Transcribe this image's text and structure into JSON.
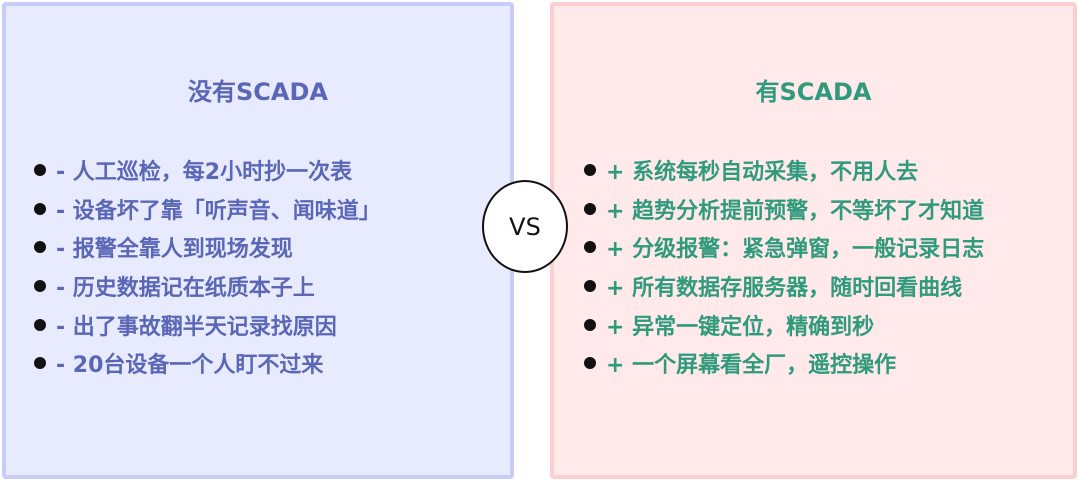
{
  "left_panel": {
    "title": "没有SCADA",
    "items": [
      "- 人工巡检，每2小时抄一次表",
      "- 设备坏了靠「听声音、闻味道」",
      "- 报警全靠人到现场发现",
      "- 历史数据记在纸质本子上",
      "- 出了事故翻半天记录找原因",
      "- 20台设备一个人盯不过来"
    ]
  },
  "right_panel": {
    "title": "有SCADA",
    "items": [
      "+ 系统每秒自动采集，不用人去",
      "+ 趋势分析提前预警，不等坏了才知道",
      "+ 分级报警：紧急弹窗，一般记录日志",
      "+ 所有数据存服务器，随时回看曲线",
      "+ 异常一键定位，精确到秒",
      "+ 一个屏幕看全厂，遥控操作"
    ]
  },
  "vs_label": "VS",
  "colors": {
    "left_background": "#e8ebfd",
    "left_border": "#c6cdf7",
    "left_text": "#5a66b6",
    "right_background": "#ffe9ea",
    "right_border": "#fbcfd1",
    "right_text": "#2f9a7c"
  }
}
